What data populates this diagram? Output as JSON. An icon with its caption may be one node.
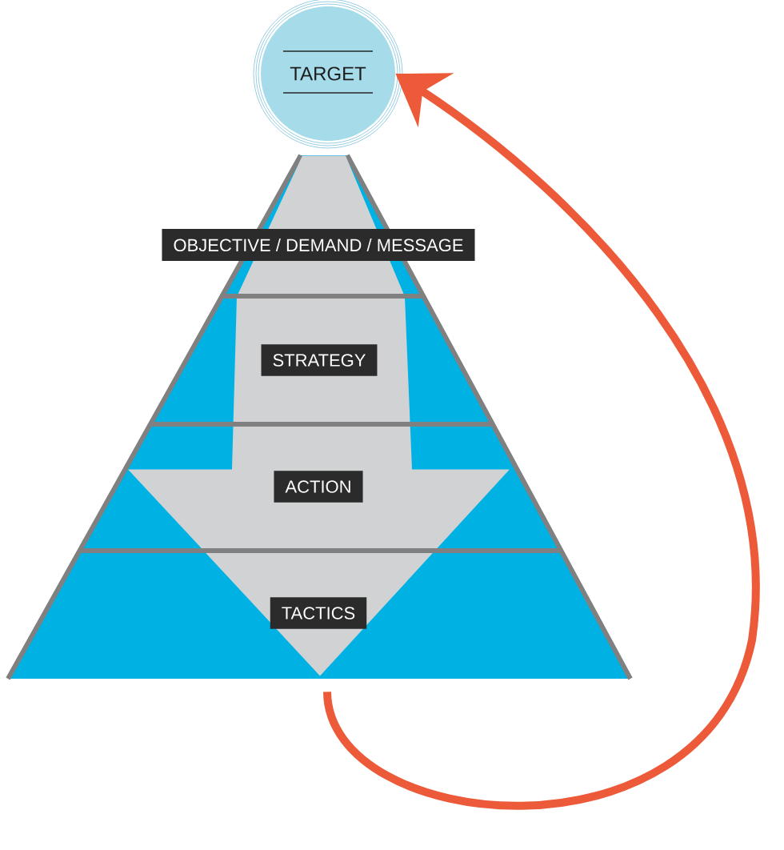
{
  "diagram": {
    "nodes": [
      {
        "text": [
          "TARGET"
        ]
      },
      {
        "text": [],
        "shape": "triangle"
      },
      {
        "text": [
          "OBJECTIVE / DEMAND / MESSAGE"
        ],
        "in": 1
      },
      {
        "text": [
          "STRATEGY"
        ],
        "in": 1
      },
      {
        "text": [
          "ACTION"
        ],
        "in": 1
      },
      {
        "text": [
          "TACTICS"
        ],
        "in": 1
      }
    ],
    "edges": [
      {
        "from": 0,
        "to": 1,
        "arrow": "to",
        "color": "#d0d2d4"
      },
      {
        "from": 1,
        "to": 0,
        "arrow": "to",
        "color": "#ec5a3a"
      }
    ]
  }
}
